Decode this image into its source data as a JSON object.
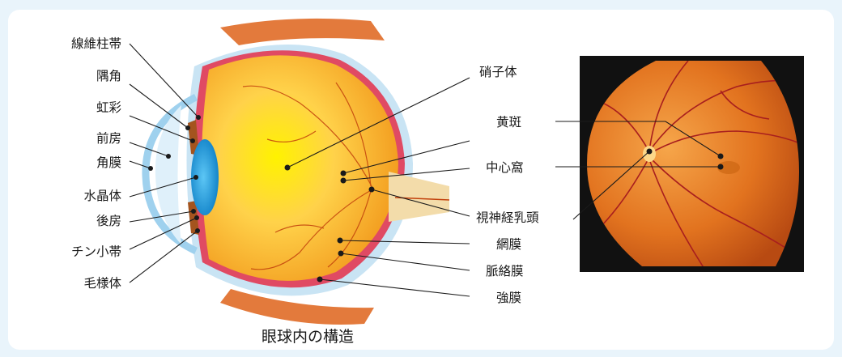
{
  "caption": "眼球内の構造",
  "left_labels": {
    "zonular_fibers": "線維柱帯",
    "angle": "隅角",
    "iris": "虹彩",
    "anterior_chamber": "前房",
    "cornea": "角膜",
    "lens": "水晶体",
    "posterior_chamber": "後房",
    "zinn_zonule": "チン小帯",
    "ciliary_body": "毛様体"
  },
  "right_labels": {
    "vitreous": "硝子体",
    "macula": "黄斑",
    "fovea": "中心窩",
    "optic_disc": "視神経乳頭",
    "retina": "網膜",
    "choroid": "脈絡膜",
    "sclera": "強膜"
  },
  "colors": {
    "page_background": "#e9f4fb",
    "panel": "#ffffff",
    "vitreous": "#f7b233",
    "lens": "#1fa0e0",
    "choroid": "#e04a63",
    "sclera": "#c9e4f4",
    "fundus": "#e2731f",
    "leader_line": "#1a1a1a"
  }
}
